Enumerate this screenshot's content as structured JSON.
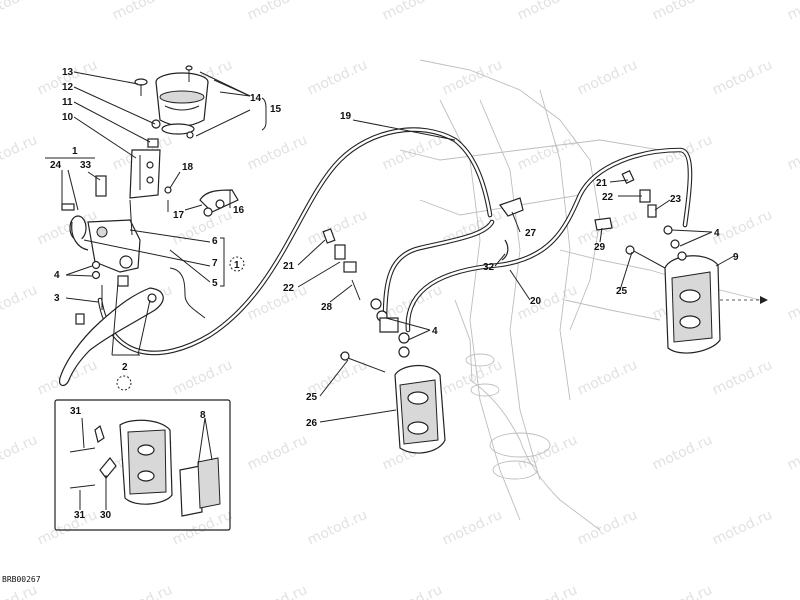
{
  "diagram": {
    "code": "BRB00267",
    "watermark": "motod.ru",
    "callouts": {
      "c1a": "1",
      "c1b": "1",
      "c2": "2",
      "c3": "3",
      "c4a": "4",
      "c4b": "4",
      "c4c": "4",
      "c5": "5",
      "c6": "6",
      "c7": "7",
      "c8": "8",
      "c9": "9",
      "c10": "10",
      "c11": "11",
      "c12": "12",
      "c13": "13",
      "c14": "14",
      "c15": "15",
      "c16": "16",
      "c17": "17",
      "c18": "18",
      "c19": "19",
      "c20": "20",
      "c21a": "21",
      "c21b": "21",
      "c22a": "22",
      "c22b": "22",
      "c23": "23",
      "c24": "24",
      "c25a": "25",
      "c25b": "25",
      "c26": "26",
      "c27": "27",
      "c28": "28",
      "c29": "29",
      "c30": "30",
      "c31a": "31",
      "c31b": "31",
      "c32": "32",
      "c33": "33"
    }
  }
}
